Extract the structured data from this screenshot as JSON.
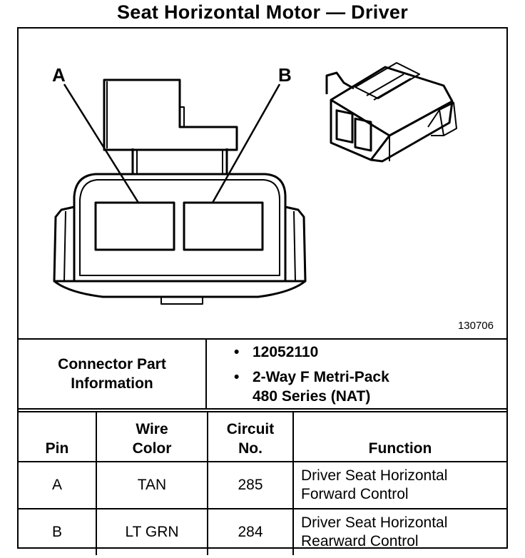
{
  "title": "Seat Horizontal Motor — Driver",
  "figure": {
    "label_a": "A",
    "label_b": "B",
    "figure_id": "130706"
  },
  "connector_info": {
    "label": [
      "Connector Part",
      "Information"
    ],
    "bullet": "•",
    "part_number": "12052110",
    "description": [
      "2-Way F Metri-Pack",
      "480 Series (NAT)"
    ]
  },
  "pin_table": {
    "headers": {
      "pin": "Pin",
      "wire_color": [
        "Wire",
        "Color"
      ],
      "circuit": [
        "Circuit",
        "No."
      ],
      "function": "Function"
    },
    "rows": [
      {
        "pin": "A",
        "wire_color": "TAN",
        "circuit": "285",
        "function": [
          "Driver Seat Horizontal",
          "Forward Control"
        ]
      },
      {
        "pin": "B",
        "wire_color": "LT GRN",
        "circuit": "284",
        "function": [
          "Driver Seat Horizontal",
          "Rearward Control"
        ]
      }
    ]
  }
}
